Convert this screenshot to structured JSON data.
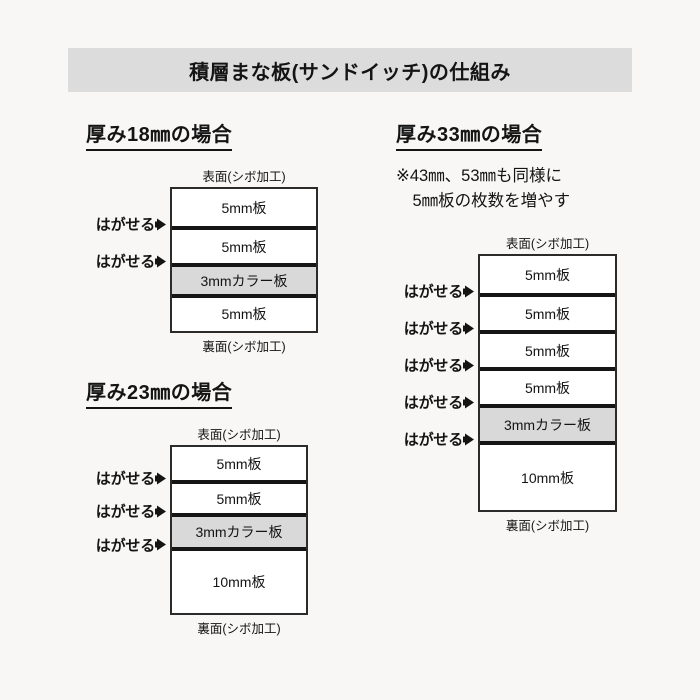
{
  "title": {
    "text": "積層まな板(サンドイッチ)の仕組み"
  },
  "labels": {
    "peel": "はがせる",
    "top_face": "表面(シボ加工)",
    "bottom_face": "裏面(シボ加工)"
  },
  "colors": {
    "page_background": "#f8f7f5",
    "banner_background": "#dcdcdc",
    "color_board_fill": "#d9d9d9",
    "outline": "#2b2b2b",
    "separator": "#151515",
    "text": "#141414"
  },
  "sections": [
    {
      "id": "thickness-18",
      "heading": "厚み18㎜の場合",
      "note": null,
      "top_face": "表面(シボ加工)",
      "bottom_face": "裏面(シボ加工)",
      "layers": [
        {
          "label": "5mm板",
          "thickness_mm": 5,
          "type": "board",
          "peelable_below": true
        },
        {
          "label": "5mm板",
          "thickness_mm": 5,
          "type": "board",
          "peelable_below": true
        },
        {
          "label": "3mmカラー板",
          "thickness_mm": 3,
          "type": "color-board",
          "peelable_below": false
        },
        {
          "label": "5mm板",
          "thickness_mm": 5,
          "type": "board",
          "peelable_below": false
        }
      ],
      "peel_count": 2
    },
    {
      "id": "thickness-23",
      "heading": "厚み23㎜の場合",
      "note": null,
      "top_face": "表面(シボ加工)",
      "bottom_face": "裏面(シボ加工)",
      "layers": [
        {
          "label": "5mm板",
          "thickness_mm": 5,
          "type": "board",
          "peelable_below": true
        },
        {
          "label": "5mm板",
          "thickness_mm": 5,
          "type": "board",
          "peelable_below": true
        },
        {
          "label": "3mmカラー板",
          "thickness_mm": 3,
          "type": "color-board",
          "peelable_below": true
        },
        {
          "label": "10mm板",
          "thickness_mm": 10,
          "type": "board",
          "peelable_below": false
        }
      ],
      "peel_count": 3
    },
    {
      "id": "thickness-33",
      "heading": "厚み33㎜の場合",
      "note": "※43㎜、53㎜も同様に\n　5㎜板の枚数を増やす",
      "top_face": "表面(シボ加工)",
      "bottom_face": "裏面(シボ加工)",
      "layers": [
        {
          "label": "5mm板",
          "thickness_mm": 5,
          "type": "board",
          "peelable_below": true
        },
        {
          "label": "5mm板",
          "thickness_mm": 5,
          "type": "board",
          "peelable_below": true
        },
        {
          "label": "5mm板",
          "thickness_mm": 5,
          "type": "board",
          "peelable_below": true
        },
        {
          "label": "5mm板",
          "thickness_mm": 5,
          "type": "board",
          "peelable_below": true
        },
        {
          "label": "3mmカラー板",
          "thickness_mm": 3,
          "type": "color-board",
          "peelable_below": true
        },
        {
          "label": "10mm板",
          "thickness_mm": 10,
          "type": "board",
          "peelable_below": false
        }
      ],
      "peel_count": 5
    }
  ]
}
